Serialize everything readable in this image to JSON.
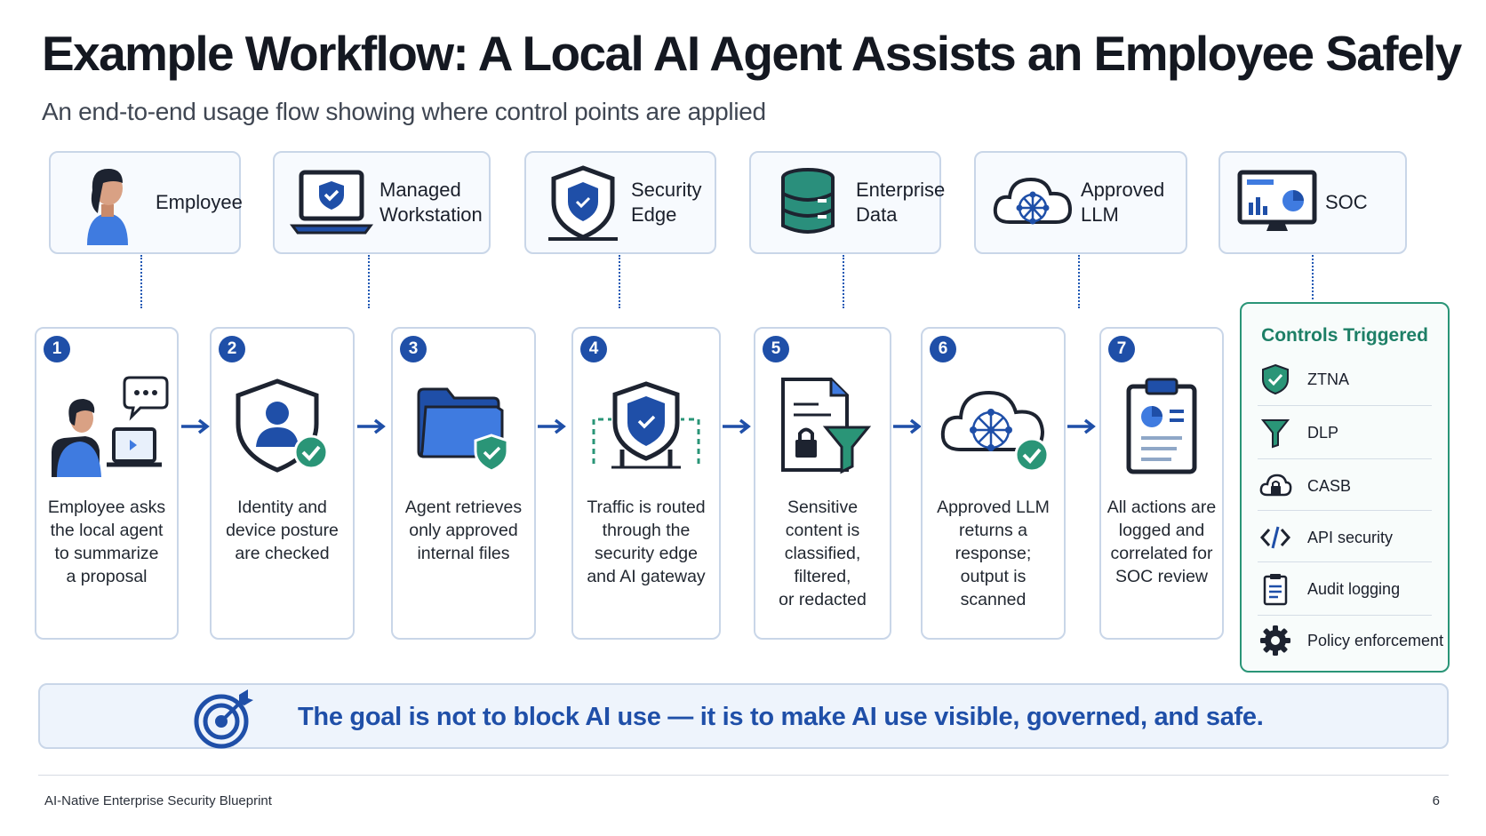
{
  "title": "Example Workflow: A Local AI Agent Assists an Employee Safely",
  "subtitle": "An end-to-end usage flow showing where control points are applied",
  "actors": [
    {
      "label": "Employee",
      "icon": "person-icon"
    },
    {
      "label": "Managed\nWorkstation",
      "icon": "laptop-shield-icon"
    },
    {
      "label": "Security\nEdge",
      "icon": "shield-gateway-icon"
    },
    {
      "label": "Enterprise\nData",
      "icon": "database-icon"
    },
    {
      "label": "Approved\nLLM",
      "icon": "cloud-network-icon"
    },
    {
      "label": "SOC",
      "icon": "monitor-dashboard-icon"
    }
  ],
  "steps": [
    {
      "num": "1",
      "text": "Employee asks\nthe local agent\nto summarize\na proposal",
      "icon": "employee-laptop-chat-icon"
    },
    {
      "num": "2",
      "text": "Identity and\ndevice posture\nare checked",
      "icon": "user-shield-check-icon"
    },
    {
      "num": "3",
      "text": "Agent retrieves\nonly approved\ninternal files",
      "icon": "folder-shield-icon"
    },
    {
      "num": "4",
      "text": "Traffic is routed\nthrough the\nsecurity edge\nand AI gateway",
      "icon": "gateway-shield-icon"
    },
    {
      "num": "5",
      "text": "Sensitive content is\nclassified, filtered,\nor redacted",
      "icon": "document-lock-filter-icon"
    },
    {
      "num": "6",
      "text": "Approved LLM\nreturns a response;\noutput is scanned",
      "icon": "cloud-network-check-icon"
    },
    {
      "num": "7",
      "text": "All actions are\nlogged and\ncorrelated for\nSOC review",
      "icon": "clipboard-report-icon"
    }
  ],
  "controls": {
    "title": "Controls Triggered",
    "items": [
      {
        "label": "ZTNA",
        "icon": "shield-check-icon"
      },
      {
        "label": "DLP",
        "icon": "funnel-icon"
      },
      {
        "label": "CASB",
        "icon": "cloud-lock-icon"
      },
      {
        "label": "API security",
        "icon": "code-brackets-icon"
      },
      {
        "label": "Audit logging",
        "icon": "clipboard-list-icon"
      },
      {
        "label": "Policy enforcement",
        "icon": "gear-icon"
      }
    ]
  },
  "goal": {
    "text": "The goal is not to block AI use — it is to make AI use visible, governed, and safe.",
    "icon": "target-icon"
  },
  "footer": {
    "left": "AI-Native Enterprise Security Blueprint",
    "page": "6"
  },
  "colors": {
    "navy": "#1f4fa8",
    "green": "#2a9577",
    "teal": "#1d7f66",
    "border": "#c9d6e8",
    "blue": "#3f7be0"
  }
}
